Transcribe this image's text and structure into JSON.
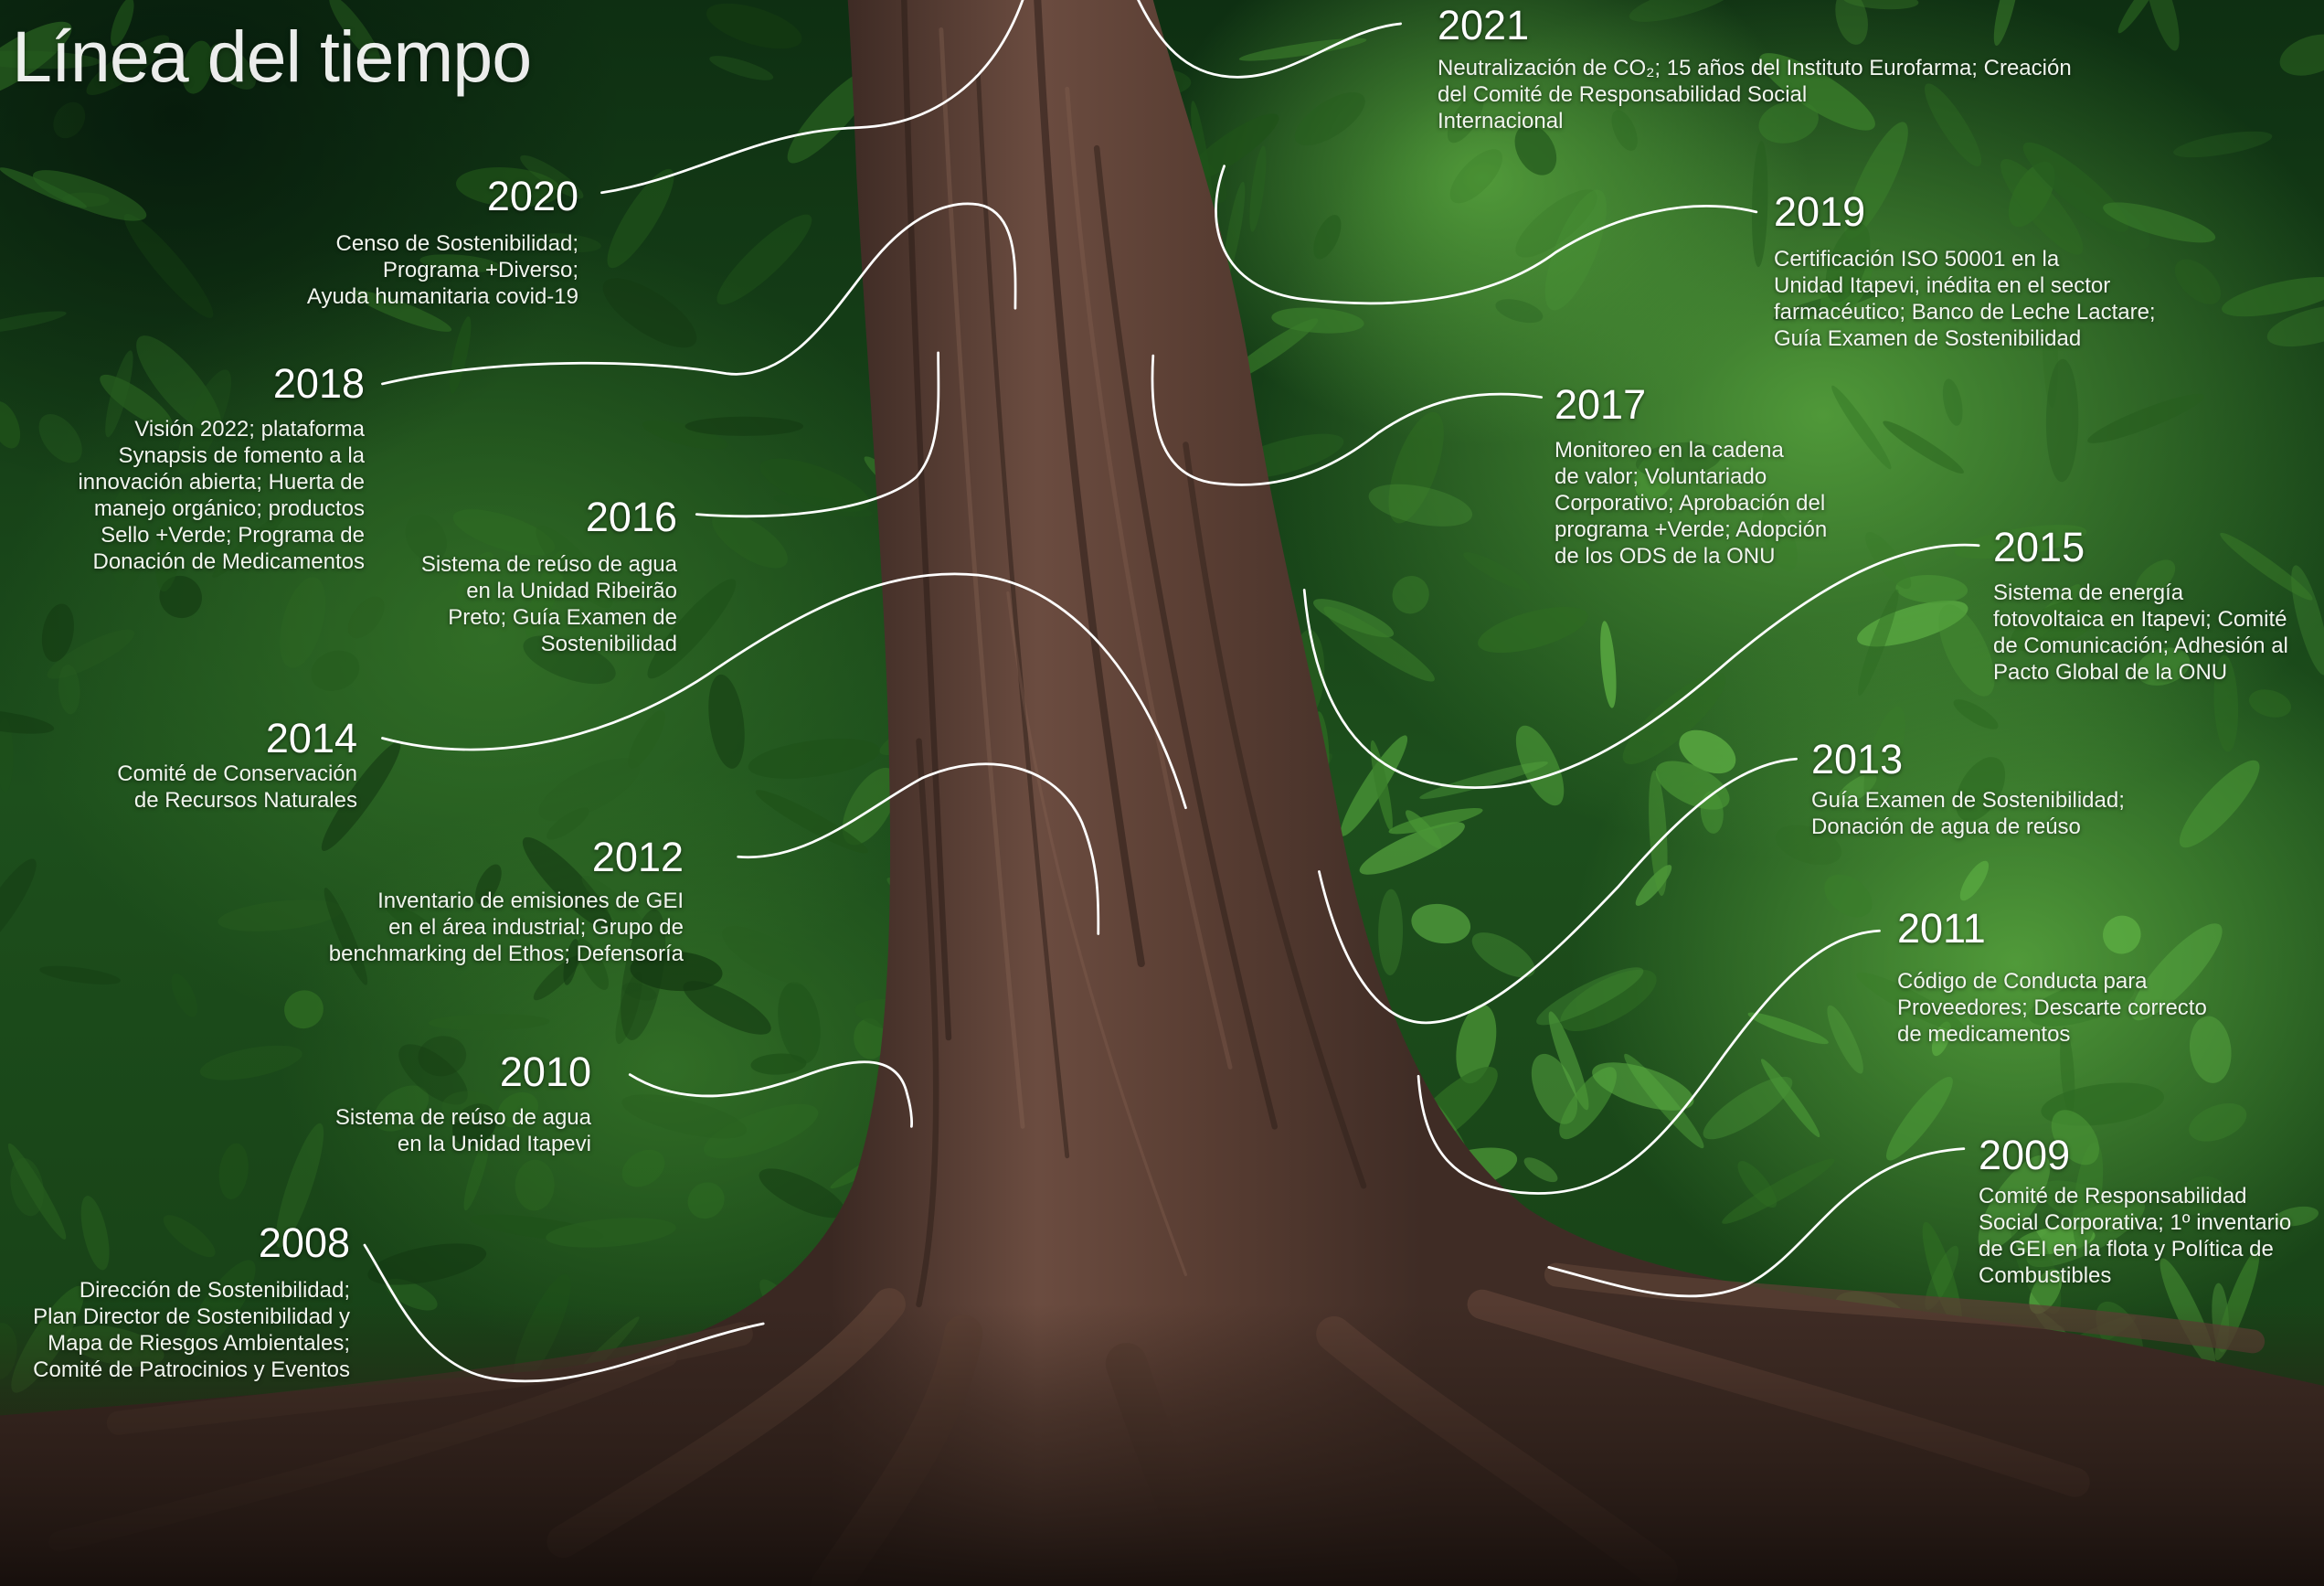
{
  "page": {
    "title": "Línea del tiempo"
  },
  "colors": {
    "text": "#ffffff",
    "connector": "#ffffff",
    "foliage": "#2e6b22",
    "trunk": "#5b3f34"
  },
  "events": [
    {
      "year": "2021",
      "lines": [
        "Neutralización de CO₂; 15 años del Instituto Eurofarma; Creación",
        "del Comité de Responsabilidad Social",
        "Internacional"
      ]
    },
    {
      "year": "2020",
      "lines": [
        "Censo de Sostenibilidad;",
        "Programa +Diverso;",
        "Ayuda humanitaria covid-19"
      ]
    },
    {
      "year": "2019",
      "lines": [
        "Certificación ISO 50001 en la",
        "Unidad Itapevi, inédita en el sector",
        "farmacéutico; Banco de Leche Lactare;",
        "Guía Examen de Sostenibilidad"
      ]
    },
    {
      "year": "2018",
      "lines": [
        "Visión 2022; plataforma",
        "Synapsis de fomento a la",
        "innovación abierta; Huerta de",
        "manejo orgánico; productos",
        "Sello +Verde; Programa de",
        "Donación de Medicamentos"
      ]
    },
    {
      "year": "2017",
      "lines": [
        "Monitoreo en la cadena",
        "de valor; Voluntariado",
        "Corporativo; Aprobación del",
        "programa +Verde; Adopción",
        "de los ODS de la ONU"
      ]
    },
    {
      "year": "2016",
      "lines": [
        "Sistema de reúso de agua",
        "en la Unidad Ribeirão",
        "Preto; Guía Examen de",
        "Sostenibilidad"
      ]
    },
    {
      "year": "2015",
      "lines": [
        "Sistema de energía",
        "fotovoltaica en Itapevi; Comité",
        "de Comunicación; Adhesión al",
        "Pacto Global de la ONU"
      ]
    },
    {
      "year": "2014",
      "lines": [
        "Comité de Conservación",
        "de Recursos Naturales"
      ]
    },
    {
      "year": "2013",
      "lines": [
        "Guía Examen de Sostenibilidad;",
        "Donación de agua de reúso"
      ]
    },
    {
      "year": "2012",
      "lines": [
        "Inventario de emisiones de GEI",
        "en el área industrial; Grupo de",
        "benchmarking del Ethos; Defensoría"
      ]
    },
    {
      "year": "2011",
      "lines": [
        "Código de Conducta para",
        "Proveedores; Descarte correcto",
        "de medicamentos"
      ]
    },
    {
      "year": "2010",
      "lines": [
        "Sistema de reúso de agua",
        "en la Unidad Itapevi"
      ]
    },
    {
      "year": "2009",
      "lines": [
        "Comité de Responsabilidad",
        "Social Corporativa; 1º inventario",
        "de GEI en la flota y Política de",
        "Combustibles"
      ]
    },
    {
      "year": "2008",
      "lines": [
        "Dirección de Sostenibilidad;",
        "Plan Director de Sostenibilidad y",
        "Mapa de Riesgos Ambientales;",
        "Comité de Patrocinios y Eventos"
      ]
    }
  ]
}
